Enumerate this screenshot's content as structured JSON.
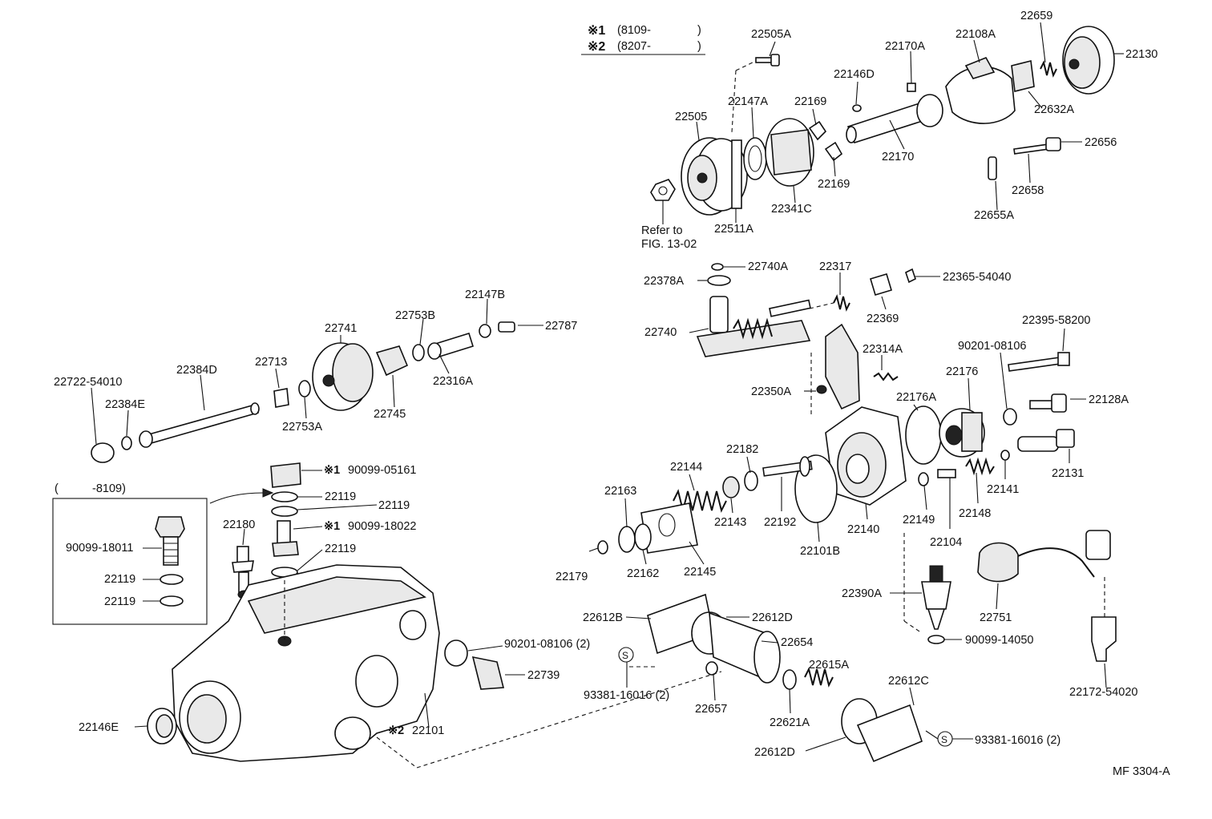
{
  "notes": {
    "mark1": "※1",
    "mark1_range": "(8109-",
    "mark1_close": ")",
    "mark2": "※2",
    "mark2_range": "(8207-",
    "mark2_close": ")"
  },
  "inset": {
    "range": "(",
    "range_end": "-8109)",
    "bolt": "90099-18011",
    "washer_a": "22119",
    "washer_b": "22119"
  },
  "reference": {
    "line1": "Refer to",
    "line2": "FIG. 13-02"
  },
  "figure_code": "MF 3304-A",
  "callouts": {
    "p22505A": "22505A",
    "p22146D": "22146D",
    "p22170A": "22170A",
    "p22108A": "22108A",
    "p22659": "22659",
    "p22130": "22130",
    "p22147A": "22147A",
    "p22169a": "22169",
    "p22505": "22505",
    "p22632A": "22632A",
    "p22170": "22170",
    "p22656": "22656",
    "p22169b": "22169",
    "p22658": "22658",
    "p22341C": "22341C",
    "p22511A": "22511A",
    "p22655A": "22655A",
    "p22740A": "22740A",
    "p22317": "22317",
    "p22378A": "22378A",
    "p22365": "22365-54040",
    "p22369": "22369",
    "p22740": "22740",
    "p22395": "22395-58200",
    "p22314A": "22314A",
    "p90201a": "90201-08106",
    "p22176": "22176",
    "p22350A": "22350A",
    "p22128A": "22128A",
    "p22176A": "22176A",
    "p22131": "22131",
    "p22141": "22141",
    "p22149": "22149",
    "p22148": "22148",
    "p22104": "22104",
    "p22140": "22140",
    "p22101B": "22101B",
    "p22192": "22192",
    "p22182": "22182",
    "p22144": "22144",
    "p22143": "22143",
    "p22163": "22163",
    "p22162": "22162",
    "p22145": "22145",
    "p22179": "22179",
    "p22147B": "22147B",
    "p22787": "22787",
    "p22753B": "22753B",
    "p22741": "22741",
    "p22316A": "22316A",
    "p22745": "22745",
    "p22713": "22713",
    "p22753A": "22753A",
    "p22384D": "22384D",
    "p22722": "22722-54010",
    "p22384E": "22384E",
    "p90099_05161_mark": "※1",
    "p90099_05161": "90099-05161",
    "p22119a": "22119",
    "p22119b": "22119",
    "p90099_18022_mark": "※1",
    "p90099_18022": "90099-18022",
    "p22119c": "22119",
    "p22180": "22180",
    "p90201b": "90201-08106 (2)",
    "p22739": "22739",
    "p22101_mark": "※2",
    "p22101": "22101",
    "p22146E": "22146E",
    "p22612B": "22612B",
    "p22612D_top": "22612D",
    "p22654": "22654",
    "p93381a": "93381-16016 (2)",
    "p22657": "22657",
    "p22615A": "22615A",
    "p22621A": "22621A",
    "p22612C": "22612C",
    "p22612D_bot": "22612D",
    "p93381b": "93381-16016 (2)",
    "p22390A": "22390A",
    "p22751": "22751",
    "p90099_14050": "90099-14050",
    "p22172": "22172-54020",
    "s_mark_a": "S",
    "s_mark_b": "S"
  }
}
